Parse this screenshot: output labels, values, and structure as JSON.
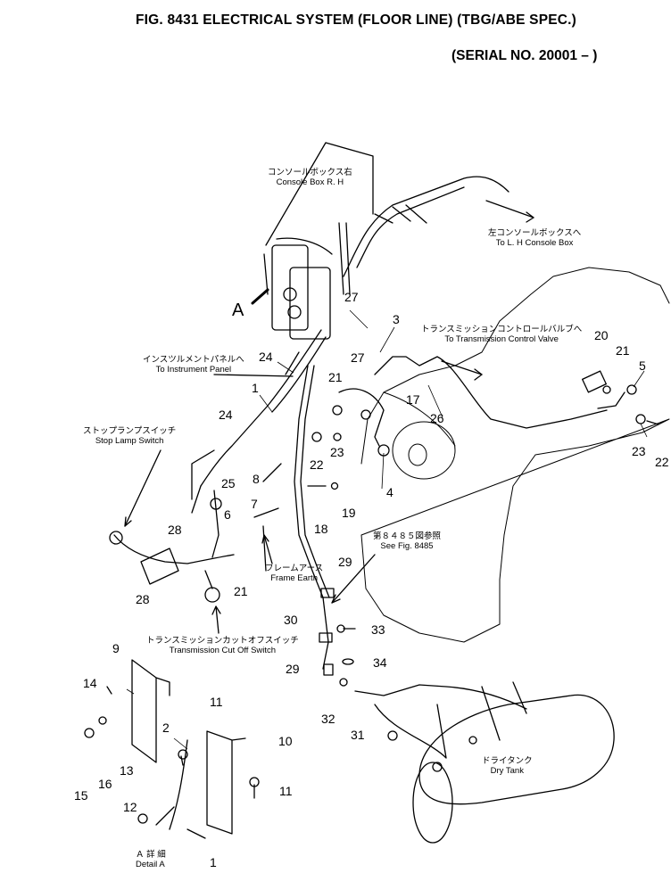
{
  "title": "FIG. 8431  ELECTRICAL SYSTEM (FLOOR LINE) (TBG/ABE SPEC.)",
  "serial": "(SERIAL NO. 20001 – )",
  "labels": {
    "console_rh_jp": "コンソールボックス右",
    "console_rh_en": "Console Box R. H",
    "lh_console_jp": "左コンソールボックスへ",
    "lh_console_en": "To L. H Console Box",
    "tcv_jp": "トランスミッションコントロールバルブへ",
    "tcv_en": "To Transmission Control Valve",
    "instrument_jp": "インスツルメントパネルへ",
    "instrument_en": "To Instrument Panel",
    "stoplamp_jp": "ストップランプスイッチ",
    "stoplamp_en": "Stop Lamp Switch",
    "frame_earth_jp": "フレームアース",
    "frame_earth_en": "Frame Earth",
    "see_fig_jp": "第８４８５図参照",
    "see_fig_en": "See Fig. 8485",
    "cutoff_jp": "トランスミッションカットオフスイッチ",
    "cutoff_en": "Transmission Cut Off Switch",
    "dry_tank_jp": "ドライタンク",
    "dry_tank_en": "Dry Tank",
    "detail_a_jp": "Ａ 詳 細",
    "detail_a_en": "Detail A",
    "view_a": "A"
  },
  "callouts": {
    "n1a": "1",
    "n1b": "1",
    "n2": "2",
    "n3": "3",
    "n4": "4",
    "n5": "5",
    "n6": "6",
    "n7": "7",
    "n8": "8",
    "n9": "9",
    "n10": "10",
    "n11a": "11",
    "n11b": "11",
    "n12": "12",
    "n13": "13",
    "n14": "14",
    "n15": "15",
    "n16": "16",
    "n17": "17",
    "n18": "18",
    "n19": "19",
    "n20": "20",
    "n21a": "21",
    "n21b": "21",
    "n21c": "21",
    "n22a": "22",
    "n22b": "22",
    "n23a": "23",
    "n23b": "23",
    "n24a": "24",
    "n24b": "24",
    "n25": "25",
    "n26": "26",
    "n27a": "27",
    "n27b": "27",
    "n28a": "28",
    "n28b": "28",
    "n29a": "29",
    "n29b": "29",
    "n30": "30",
    "n31": "31",
    "n32": "32",
    "n33": "33",
    "n34": "34"
  }
}
